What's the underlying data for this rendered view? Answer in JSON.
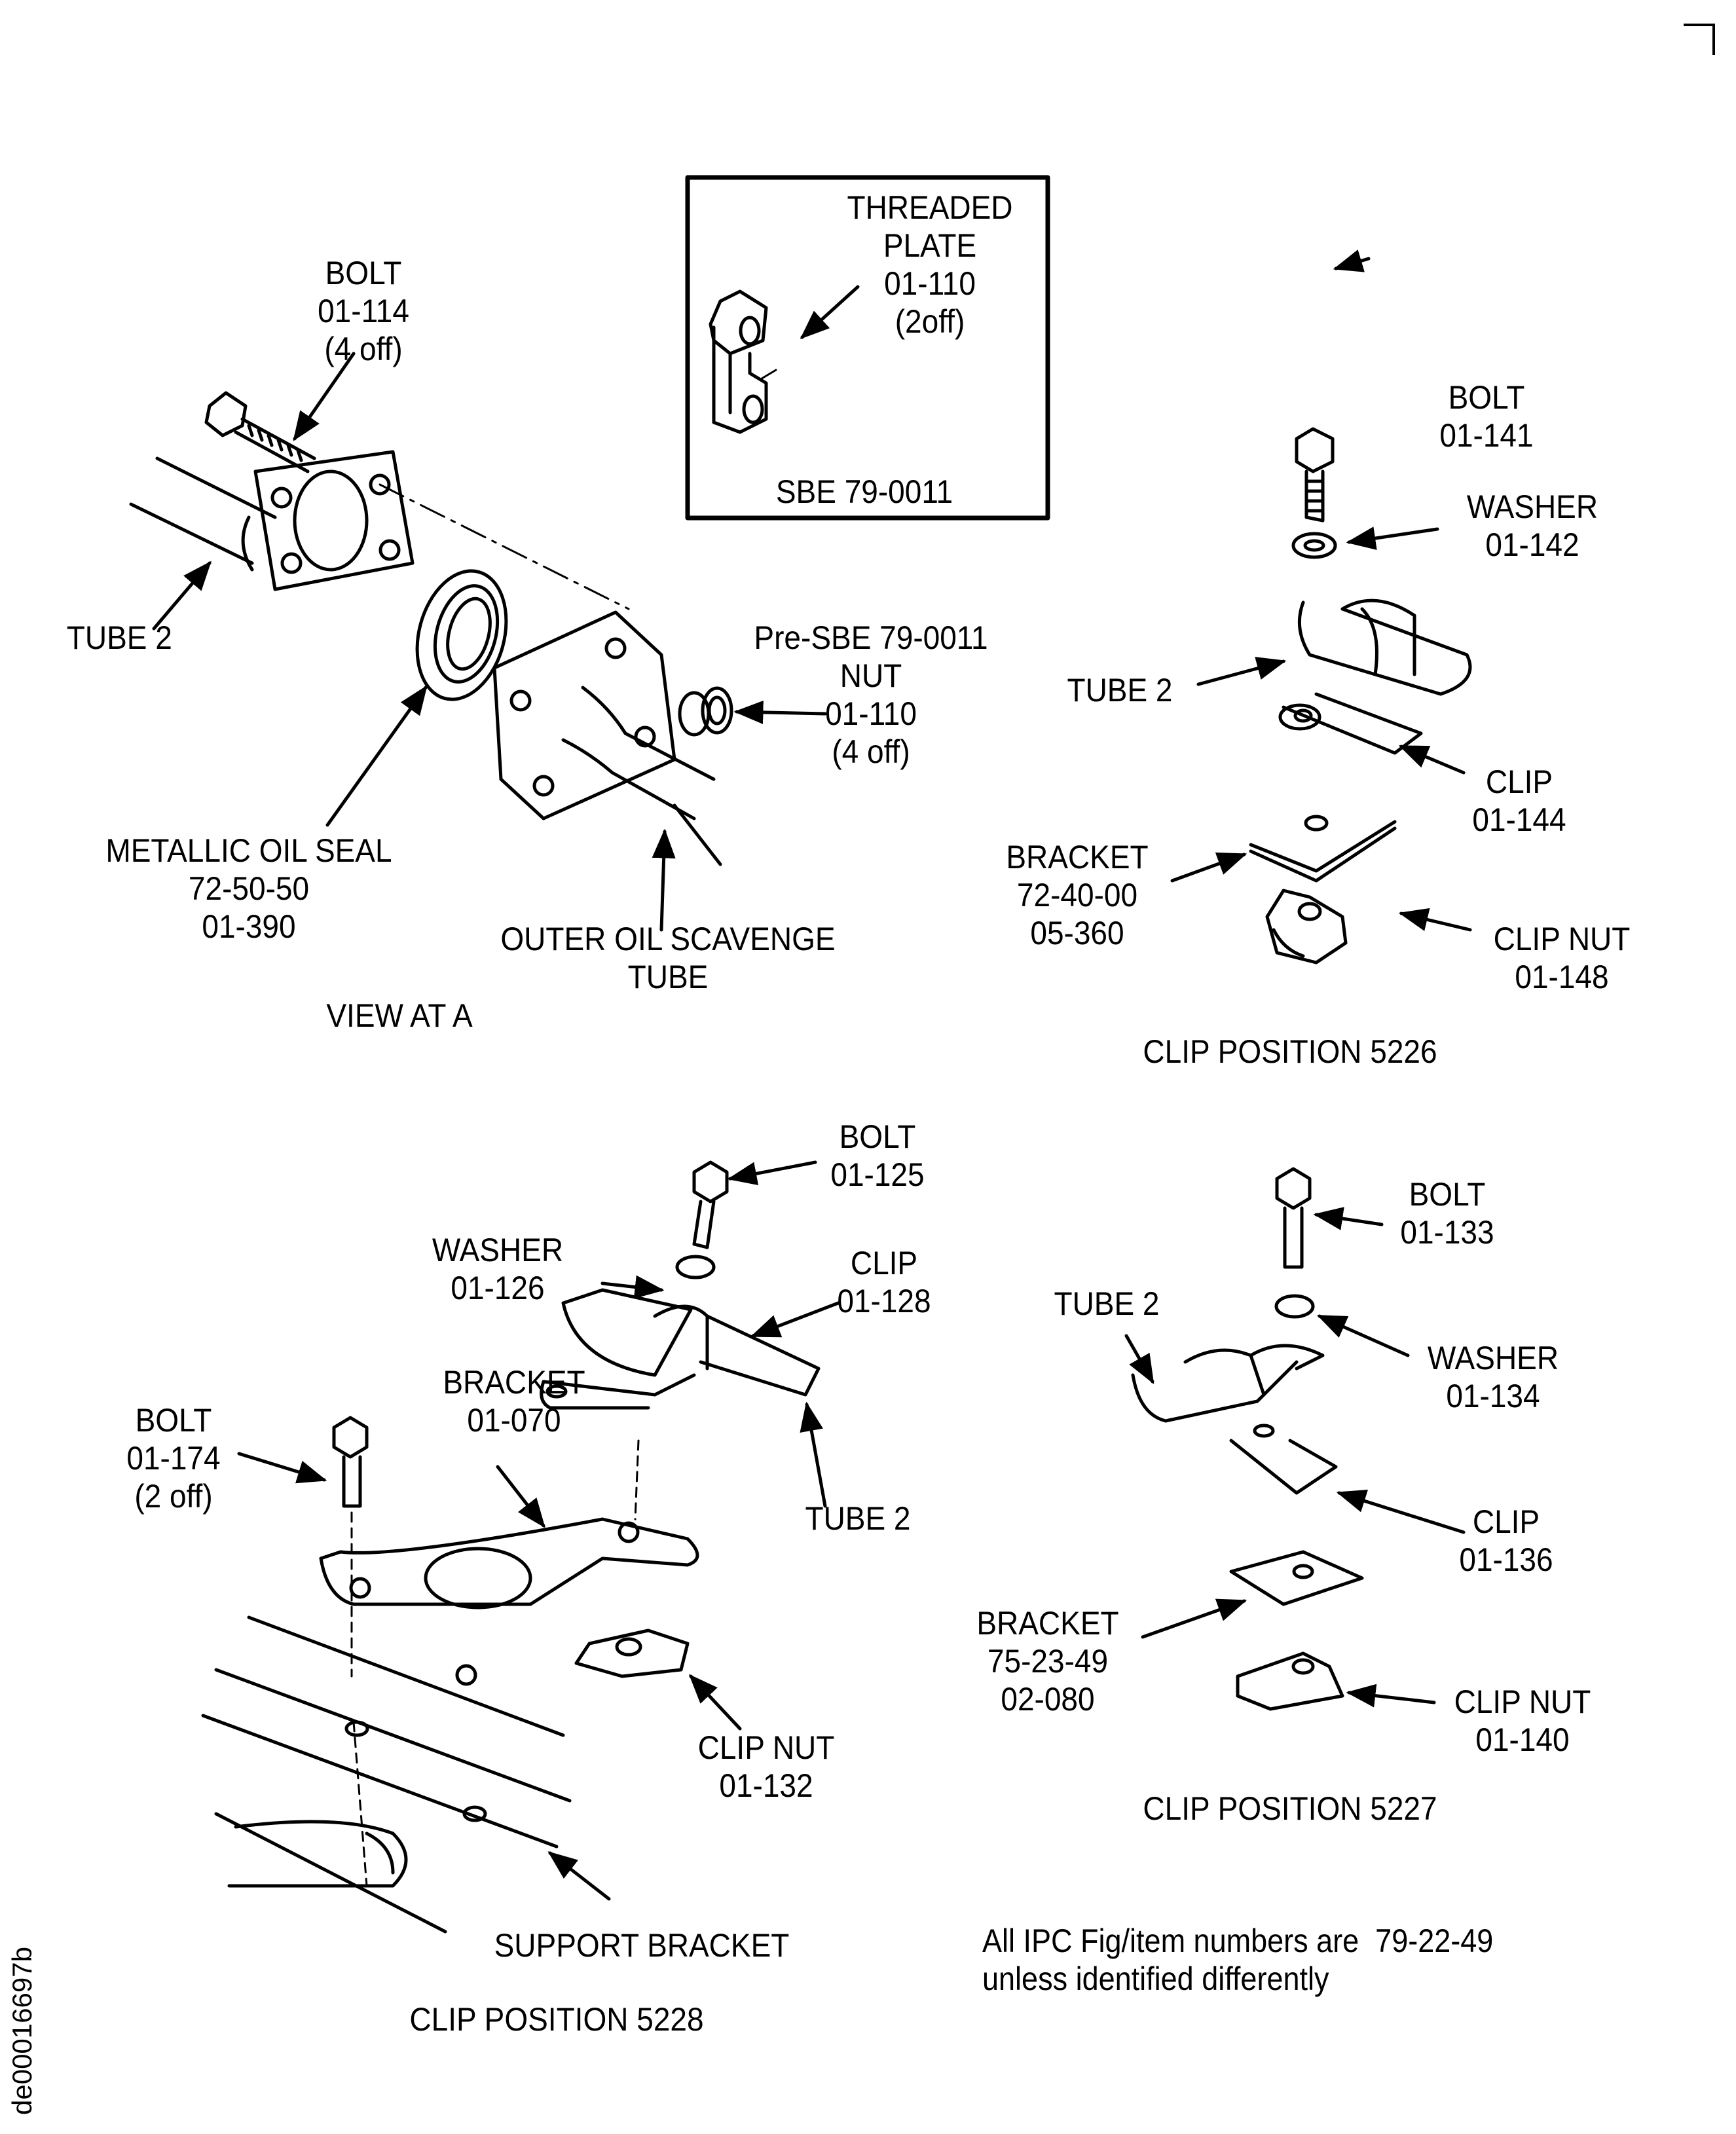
{
  "document_id": "de00016697b",
  "note": {
    "line1": "All IPC Fig/item numbers are  79-22-49",
    "line2": "unless identified differently"
  },
  "view_a": {
    "title": "VIEW AT A",
    "bolt": [
      "BOLT",
      "01-114",
      "(4 off)"
    ],
    "tube": [
      "TUBE 2"
    ],
    "seal": [
      "METALLIC OIL SEAL",
      "72-50-50",
      "01-390"
    ],
    "scavenge_tube": [
      "OUTER OIL SCAVENGE",
      "TUBE"
    ],
    "nut": [
      "Pre-SBE 79-0011",
      "NUT",
      "01-110",
      "(4 off)"
    ]
  },
  "inset": {
    "label": [
      "THREADED",
      "PLATE",
      "01-110",
      "(2off)"
    ],
    "caption": "SBE 79-0011"
  },
  "clip_5226": {
    "title": "CLIP POSITION 5226",
    "bolt": [
      "BOLT",
      "01-141"
    ],
    "washer": [
      "WASHER",
      "01-142"
    ],
    "tube": [
      "TUBE 2"
    ],
    "clip": [
      "CLIP",
      "01-144"
    ],
    "bracket": [
      "BRACKET",
      "72-40-00",
      "05-360"
    ],
    "clip_nut": [
      "CLIP NUT",
      "01-148"
    ]
  },
  "clip_5228": {
    "title": "CLIP POSITION 5228",
    "bolt_top": [
      "BOLT",
      "01-125"
    ],
    "washer": [
      "WASHER",
      "01-126"
    ],
    "clip": [
      "CLIP",
      "01-128"
    ],
    "bolt_left": [
      "BOLT",
      "01-174",
      "(2 off)"
    ],
    "bracket": [
      "BRACKET",
      "01-070"
    ],
    "tube": [
      "TUBE 2"
    ],
    "clip_nut": [
      "CLIP NUT",
      "01-132"
    ],
    "support": [
      "SUPPORT BRACKET"
    ]
  },
  "clip_5227": {
    "title": "CLIP POSITION 5227",
    "bolt": [
      "BOLT",
      "01-133"
    ],
    "tube": [
      "TUBE 2"
    ],
    "washer": [
      "WASHER",
      "01-134"
    ],
    "clip": [
      "CLIP",
      "01-136"
    ],
    "bracket": [
      "BRACKET",
      "75-23-49",
      "02-080"
    ],
    "clip_nut": [
      "CLIP NUT",
      "01-140"
    ]
  }
}
